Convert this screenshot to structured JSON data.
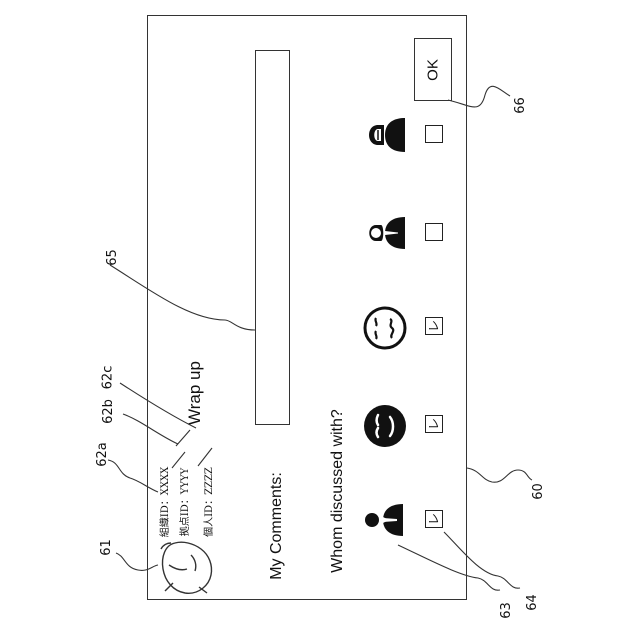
{
  "figure_refs": {
    "r60": "60",
    "r61": "61",
    "r62a": "62a",
    "r62b": "62b",
    "r62c": "62c",
    "r63": "63",
    "r64": "64",
    "r65": "65",
    "r66": "66"
  },
  "screen": {
    "user_info": {
      "org_id": "組織ID：XXXX",
      "site_id": "拠点ID：YYYY",
      "person_id": "個人ID：ZZZZ"
    },
    "title": "Wrap up",
    "comments_label": "My Comments:",
    "comments_value": "",
    "whom_label": "Whom discussed with?",
    "ok_label": "OK",
    "people": [
      {
        "icon": "businessman-icon",
        "checked": true,
        "mark": "レ"
      },
      {
        "icon": "smiling-face-icon",
        "checked": true,
        "mark": "レ"
      },
      {
        "icon": "wavy-face-icon",
        "checked": true,
        "mark": "レ"
      },
      {
        "icon": "businesswoman-icon",
        "checked": false,
        "mark": ""
      },
      {
        "icon": "masked-woman-icon",
        "checked": false,
        "mark": ""
      }
    ]
  }
}
